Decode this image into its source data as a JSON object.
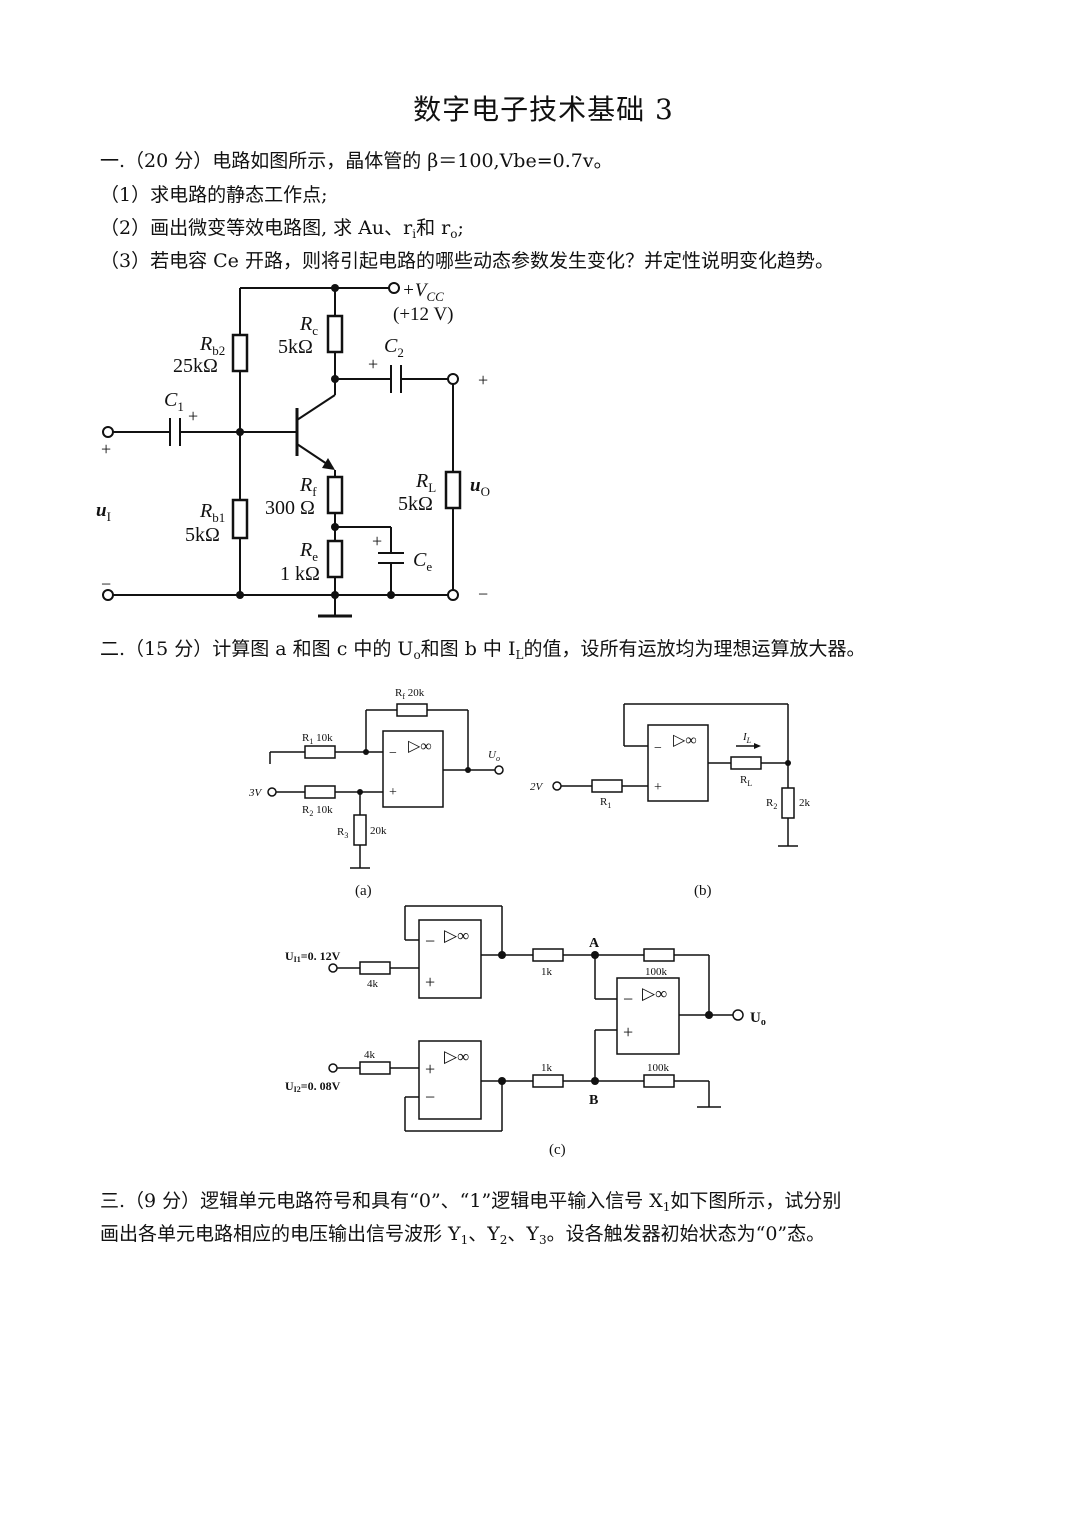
{
  "title": "数字电子技术基础 3",
  "q1": {
    "head": "一.（20 分）电路如图所示，晶体管的 β＝100,Vbe=0.7v。",
    "item1": "（1）求电路的静态工作点;",
    "item2_pre": "（2）画出微变等效电路图, 求 Au、r",
    "item2_sub1": "i",
    "item2_mid": "和 r",
    "item2_sub2": "o",
    "item2_post": ";",
    "item3": "（3）若电容 Ce 开路，则将引起电路的哪些动态参数发生变化？并定性说明变化趋势。"
  },
  "circuit1": {
    "vcc": "+V",
    "vcc_sub": "CC",
    "vcc_value": "(+12 V)",
    "rc_name": "R",
    "rc_sub": "c",
    "rc_value": "5kΩ",
    "rb2_name": "R",
    "rb2_sub": "b2",
    "rb2_value": "25kΩ",
    "c2_name": "C",
    "c2_sub": "2",
    "c1_name": "C",
    "c1_sub": "1",
    "plus": "+",
    "minus": "−",
    "rf_name": "R",
    "rf_sub": "f",
    "rf_value": "300 Ω",
    "rl_name": "R",
    "rl_sub": "L",
    "rl_value": "5kΩ",
    "uo_name": "u",
    "uo_sub": "O",
    "ui_name": "u",
    "ui_sub": "I",
    "rb1_name": "R",
    "rb1_sub": "b1",
    "rb1_value": "5kΩ",
    "re_name": "R",
    "re_sub": "e",
    "re_value": "1 kΩ",
    "ce_name": "C",
    "ce_sub": "e"
  },
  "q2": {
    "pre": "二.（15 分）计算图 a 和图 c 中的 U",
    "sub1": "o",
    "mid": "和图 b 中 I",
    "sub2": "L",
    "post": "的值，设所有运放均为理想运算放大器。"
  },
  "fig_a": {
    "rf": "R",
    "rf_sub": "f",
    "rf_value": " 20k",
    "r1": "R",
    "r1_sub": "1",
    "r1_value": " 10k",
    "r2": "R",
    "r2_sub": "2",
    "r2_value": " 10k",
    "r3": "R",
    "r3_sub": "3",
    "r3_value": "20k",
    "vin": "3V",
    "uo": "U",
    "uo_sub": "o",
    "minus": "−",
    "plus": "+",
    "opamp": "▷∞",
    "caption": "(a)"
  },
  "fig_b": {
    "vin": "2V",
    "r1": "R",
    "r1_sub": "1",
    "il": "I",
    "il_sub": "L",
    "rl": "R",
    "rl_sub": "L",
    "r2": "R",
    "r2_sub": "2",
    "r2_value": "2k",
    "minus": "−",
    "plus": "+",
    "opamp": "▷∞",
    "caption": "(b)"
  },
  "fig_c": {
    "ui1": "U",
    "ui1_sub": "I1",
    "ui1_value": "=0. 12V",
    "ui2": "U",
    "ui2_sub": "I2",
    "ui2_value": "=0. 08V",
    "r_4k_top": "4k",
    "r_4k_bottom": "4k",
    "r_1k_top": "1k",
    "r_1k_bottom": "1k",
    "r_100k_top": "100k",
    "r_100k_bottom": "100k",
    "node_a": "A",
    "node_b": "B",
    "uo": "U",
    "uo_sub": "o",
    "minus": "−",
    "plus": "+",
    "opamp": "▷∞",
    "caption": "(c)"
  },
  "q3": {
    "line1_pre": "三.（9 分）逻辑单元电路符号和具有“0”、“1”逻辑电平输入信号 X",
    "line1_sub": "1",
    "line1_post": "如下图所示，试分别",
    "line2_pre": "画出各单元电路相应的电压输出信号波形 Y",
    "y1_sub": "1",
    "sep1": "、Y",
    "y2_sub": "2",
    "sep2": "、Y",
    "y3_sub": "3",
    "line2_post": "。设各触发器初始状态为“0”态。"
  }
}
